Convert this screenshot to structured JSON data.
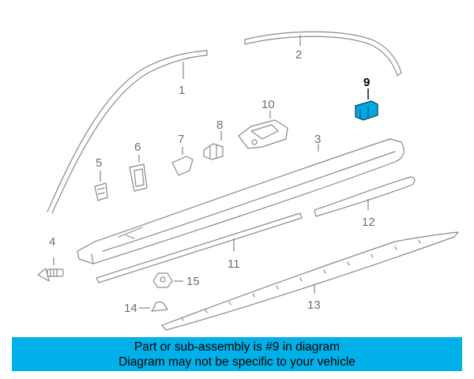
{
  "callouts": [
    "1",
    "2",
    "3",
    "4",
    "5",
    "6",
    "7",
    "8",
    "9",
    "10",
    "11",
    "12",
    "13",
    "14",
    "15"
  ],
  "highlight_callout": "9",
  "banner": {
    "line1": "Part or sub-assembly is #9 in diagram",
    "line2": "Diagram may not be specific to your vehicle"
  },
  "colors": {
    "banner": "#00b0e8",
    "highlight_part": "#00a9e6",
    "line_art": "#8a8a8a"
  }
}
